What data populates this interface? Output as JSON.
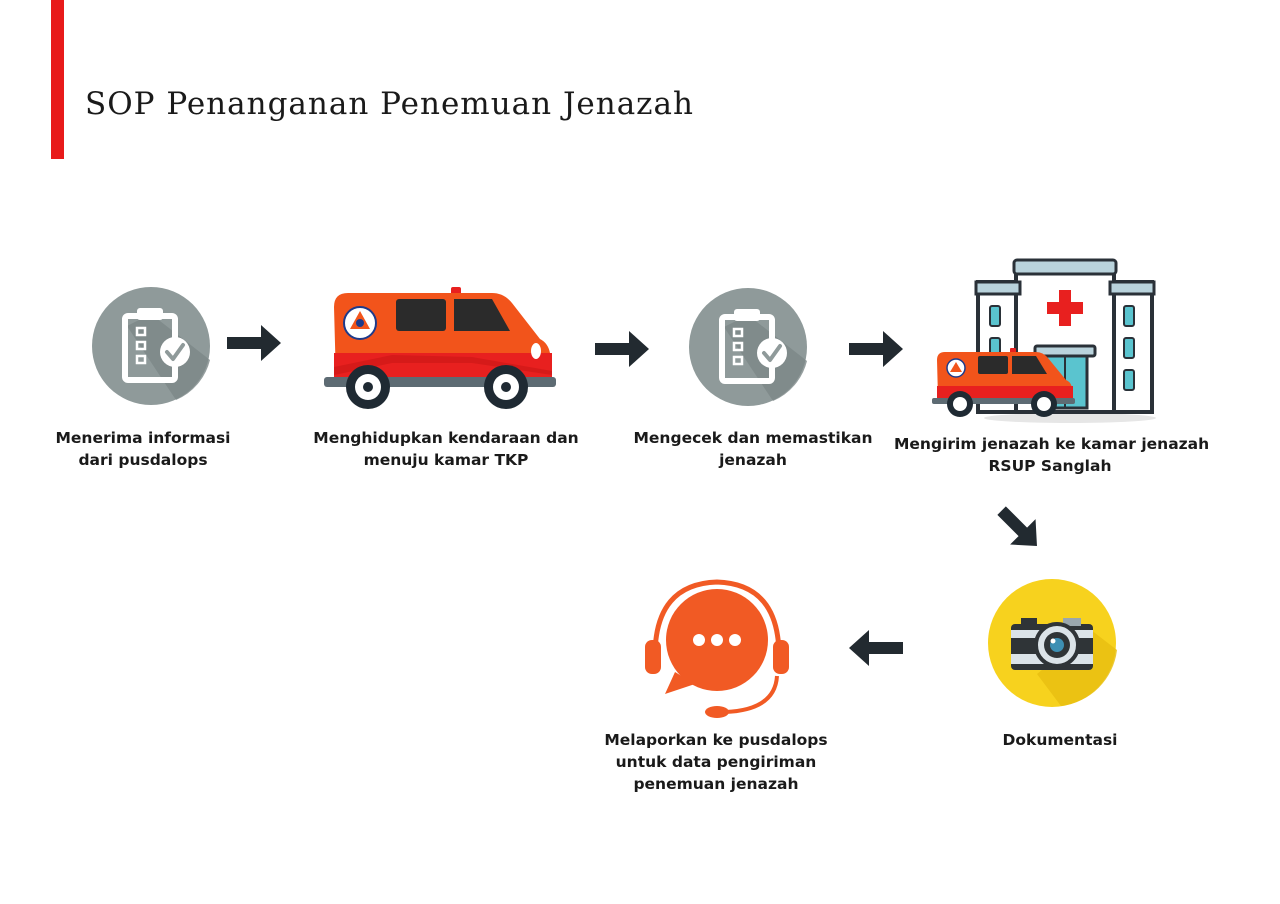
{
  "title": "SOP Penanganan Penemuan Jenazah",
  "steps": [
    {
      "lines": [
        "Menerima informasi",
        "dari pusdalops"
      ],
      "icon": "checklist-icon"
    },
    {
      "lines": [
        "Menghidupkan kendaraan dan",
        "menuju kamar TKP"
      ],
      "icon": "ambulance-icon"
    },
    {
      "lines": [
        "Mengecek dan memastikan",
        "jenazah"
      ],
      "icon": "checklist-icon"
    },
    {
      "lines": [
        "Mengirim jenazah ke kamar jenazah",
        "RSUP Sanglah"
      ],
      "icon": "hospital-icon"
    },
    {
      "lines": [
        "Dokumentasi"
      ],
      "icon": "camera-icon"
    },
    {
      "lines": [
        "Melaporkan ke pusdalops",
        "untuk data pengiriman",
        "penemuan jenazah"
      ],
      "icon": "headset-chat-icon"
    }
  ],
  "colors": {
    "accent": "#e81a1a",
    "checklist_circle": "#8f9a9a",
    "vehicle_orange": "#f2541b",
    "vehicle_red": "#e8201f",
    "camera_circle": "#f7d21e",
    "headset_orange": "#f15a24",
    "arrow": "#222a30"
  }
}
